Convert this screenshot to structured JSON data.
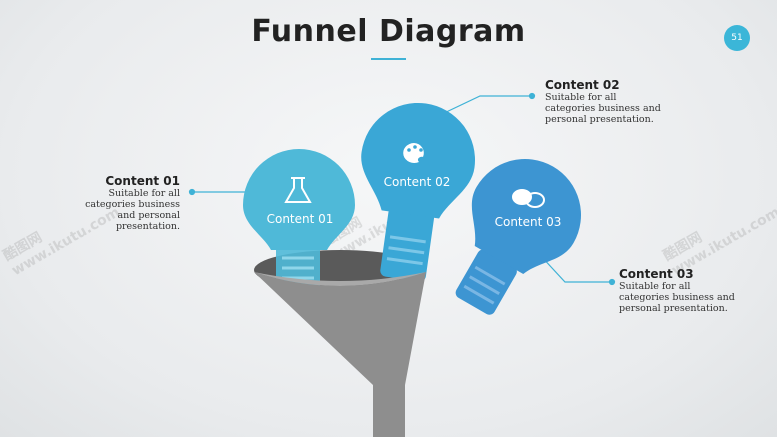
{
  "title": "Funnel Diagram",
  "page_number": "51",
  "watermark": "酷图网 www.ikutu.com",
  "colors": {
    "accent": "#3fb2d6",
    "bulb1": "#4fb9d8",
    "bulb2": "#3aa7d6",
    "bulb3": "#3d95d2",
    "funnel": "#8e8e8e"
  },
  "items": [
    {
      "label": "Content 01",
      "heading": "Content 01",
      "text": [
        "Suitable for all",
        "categories business",
        "and personal",
        "presentation."
      ],
      "icon": "flask-icon"
    },
    {
      "label": "Content 02",
      "heading": "Content 02",
      "text": [
        "Suitable for all",
        "categories business and",
        "personal presentation."
      ],
      "icon": "palette-icon"
    },
    {
      "label": "Content 03",
      "heading": "Content 03",
      "text": [
        "Suitable for all",
        "categories business and",
        "personal presentation."
      ],
      "icon": "chat-bubbles-icon"
    }
  ]
}
